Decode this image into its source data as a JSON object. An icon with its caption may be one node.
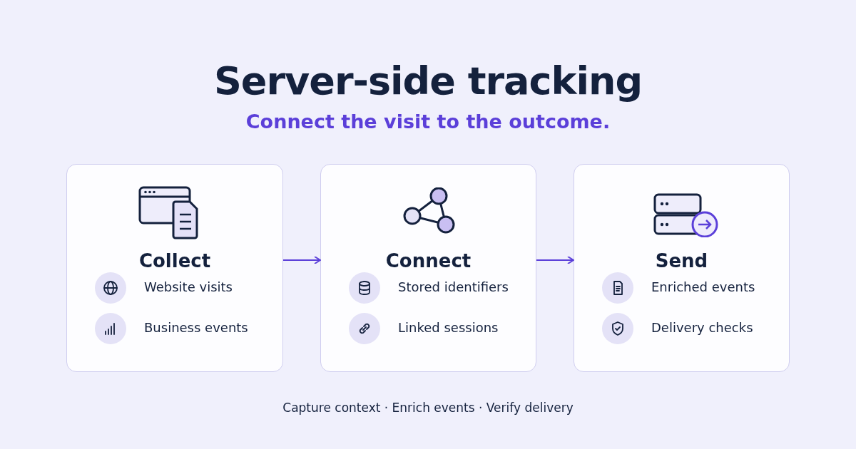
{
  "diagram": {
    "title": "Server-side tracking",
    "caption": "Capture context · Enrich events · Verify delivery",
    "nodes": [
      {
        "text": [
          "Collect",
          "Website visits",
          "Business events"
        ]
      },
      {
        "text": [
          "Connect",
          "Stored identifiers",
          "Linked sessions"
        ]
      },
      {
        "text": [
          "Send",
          "Enriched events",
          "Delivery checks"
        ]
      }
    ],
    "edges": [
      {
        "from": 0,
        "to": 1,
        "arrow": "to"
      },
      {
        "from": 1,
        "to": 2,
        "arrow": "to"
      }
    ],
    "labels": [
      "Connect the visit to the outcome."
    ]
  }
}
